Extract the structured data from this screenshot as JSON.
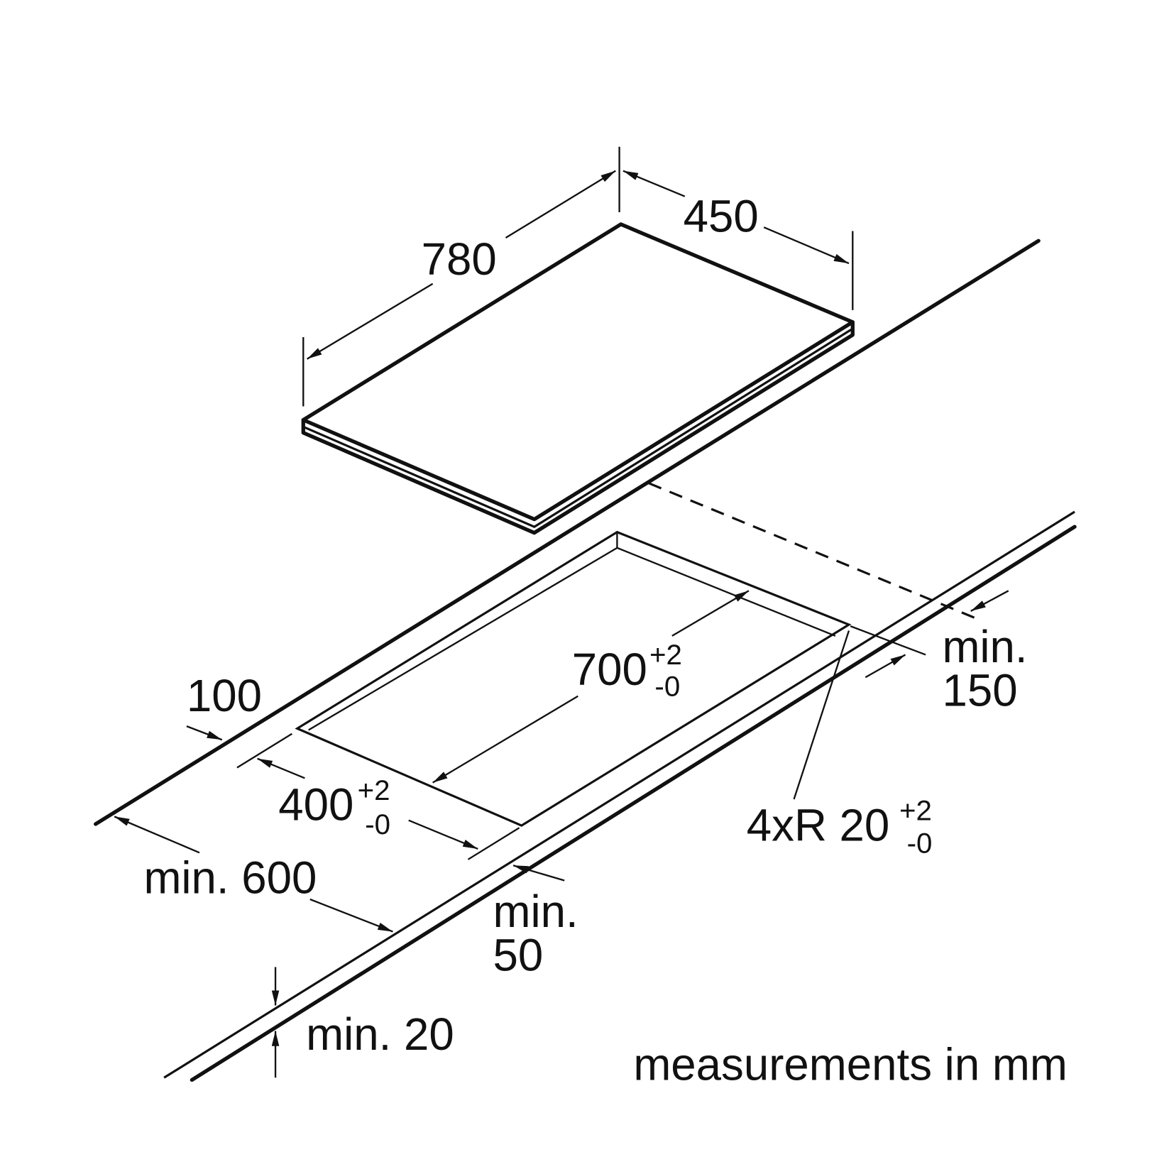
{
  "labels": {
    "length": "780",
    "width": "450",
    "cutout_length": "700",
    "cutout_length_tol_plus": "+2",
    "cutout_length_tol_minus": "-0",
    "cutout_width": "400",
    "cutout_width_tol_plus": "+2",
    "cutout_width_tol_minus": "-0",
    "back_distance": "100",
    "min_depth": "min. 600",
    "front_min_word": "min.",
    "front_min_value": "50",
    "side_min_word": "min.",
    "side_min_value": "150",
    "radius": "4xR 20",
    "radius_tol_plus": "+2",
    "radius_tol_minus": "-0",
    "thickness": "min. 20",
    "units_note": "measurements in mm"
  },
  "colors": {
    "ink": "#111111",
    "background": "#ffffff"
  }
}
